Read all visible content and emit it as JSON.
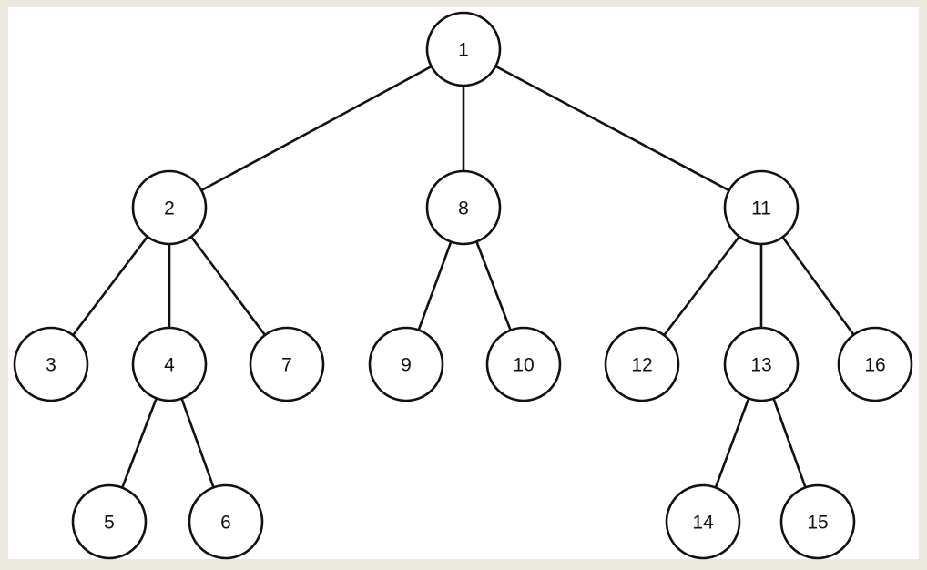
{
  "diagram": {
    "type": "tree",
    "nodes": [
      {
        "id": "1",
        "label": "1"
      },
      {
        "id": "2",
        "label": "2"
      },
      {
        "id": "3",
        "label": "3"
      },
      {
        "id": "4",
        "label": "4"
      },
      {
        "id": "5",
        "label": "5"
      },
      {
        "id": "6",
        "label": "6"
      },
      {
        "id": "7",
        "label": "7"
      },
      {
        "id": "8",
        "label": "8"
      },
      {
        "id": "9",
        "label": "9"
      },
      {
        "id": "10",
        "label": "10"
      },
      {
        "id": "11",
        "label": "11"
      },
      {
        "id": "12",
        "label": "12"
      },
      {
        "id": "13",
        "label": "13"
      },
      {
        "id": "14",
        "label": "14"
      },
      {
        "id": "15",
        "label": "15"
      },
      {
        "id": "16",
        "label": "16"
      }
    ],
    "edges": [
      {
        "from": "1",
        "to": "2"
      },
      {
        "from": "1",
        "to": "8"
      },
      {
        "from": "1",
        "to": "11"
      },
      {
        "from": "2",
        "to": "3"
      },
      {
        "from": "2",
        "to": "4"
      },
      {
        "from": "2",
        "to": "7"
      },
      {
        "from": "4",
        "to": "5"
      },
      {
        "from": "4",
        "to": "6"
      },
      {
        "from": "8",
        "to": "9"
      },
      {
        "from": "8",
        "to": "10"
      },
      {
        "from": "11",
        "to": "12"
      },
      {
        "from": "11",
        "to": "13"
      },
      {
        "from": "11",
        "to": "16"
      },
      {
        "from": "13",
        "to": "14"
      },
      {
        "from": "13",
        "to": "15"
      }
    ]
  }
}
